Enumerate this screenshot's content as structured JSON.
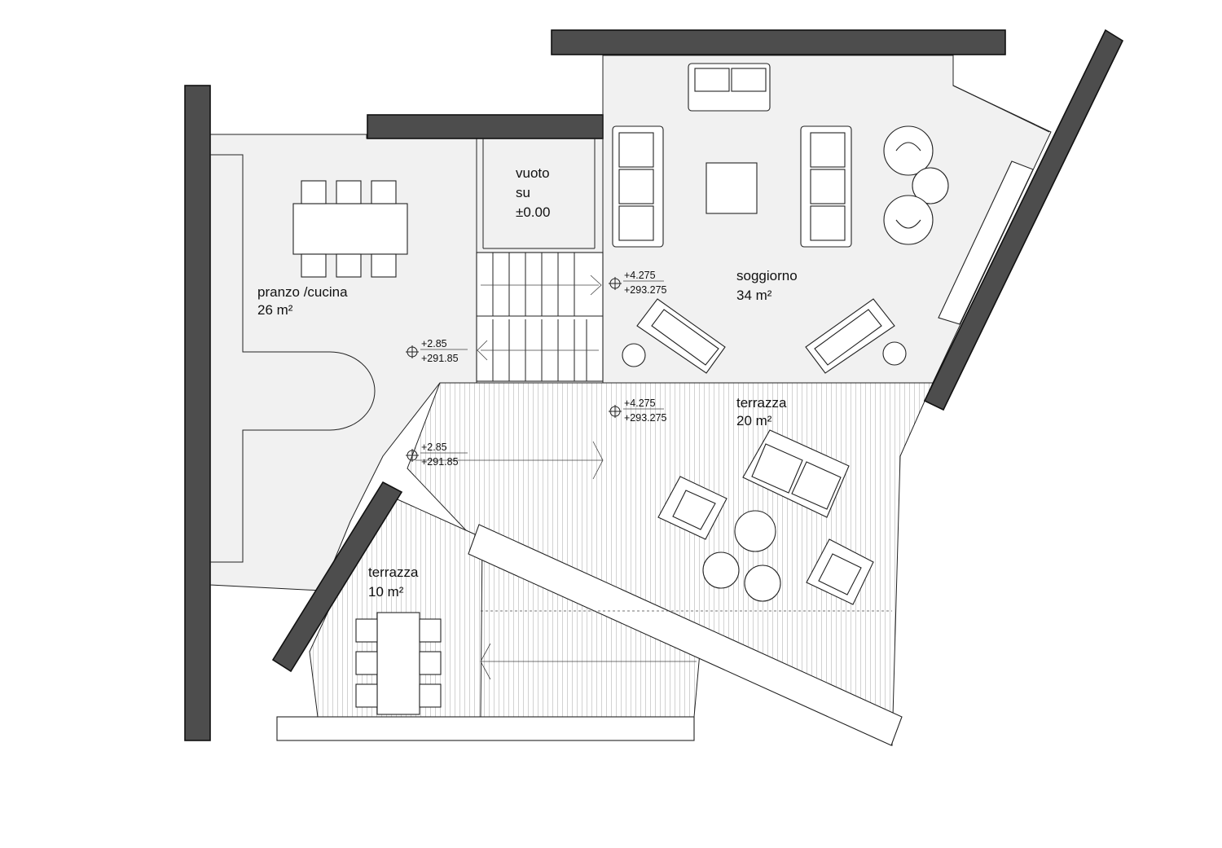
{
  "plan": {
    "rooms": [
      {
        "id": "pranzo",
        "name": "pranzo /cucina",
        "area": "26 m²"
      },
      {
        "id": "soggiorno",
        "name": "soggiorno",
        "area": "34 m²"
      },
      {
        "id": "terrazza-20",
        "name": "terrazza",
        "area": "20 m²"
      },
      {
        "id": "terrazza-10",
        "name": "terrazza",
        "area": "10 m²"
      }
    ],
    "void": {
      "line1": "vuoto",
      "line2": "su",
      "line3": "±0.00"
    },
    "levels": [
      {
        "id": "level-stair-top",
        "relative": "+4.275",
        "absolute": "+293.275"
      },
      {
        "id": "level-kitchen",
        "relative": "+2.85",
        "absolute": "+291.85"
      },
      {
        "id": "level-terrace-upper",
        "relative": "+4.275",
        "absolute": "+293.275"
      },
      {
        "id": "level-terrace-lower",
        "relative": "+2.85",
        "absolute": "+291.85"
      }
    ],
    "colors": {
      "wall": "#4d4d4d",
      "floor": "#f1f1f1",
      "line": "#222222"
    }
  }
}
